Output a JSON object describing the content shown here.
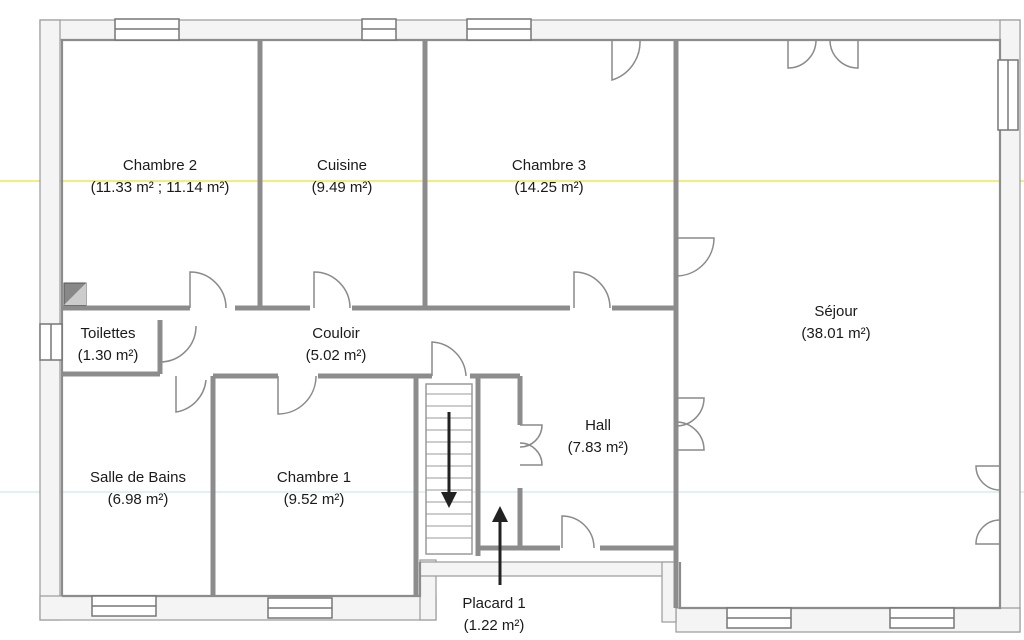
{
  "rooms": [
    {
      "id": "chambre2",
      "name": "Chambre 2",
      "area": "(11.33 m² ; 11.14 m²)"
    },
    {
      "id": "cuisine",
      "name": "Cuisine",
      "area": "(9.49 m²)"
    },
    {
      "id": "chambre3",
      "name": "Chambre 3",
      "area": "(14.25 m²)"
    },
    {
      "id": "sejour",
      "name": "Séjour",
      "area": "(38.01 m²)"
    },
    {
      "id": "toilettes",
      "name": "Toilettes",
      "area": "(1.30 m²)"
    },
    {
      "id": "couloir",
      "name": "Couloir",
      "area": "(5.02 m²)"
    },
    {
      "id": "hall",
      "name": "Hall",
      "area": "(7.83 m²)"
    },
    {
      "id": "salle_de_bains",
      "name": "Salle de Bains",
      "area": "(6.98 m²)"
    },
    {
      "id": "chambre1",
      "name": "Chambre 1",
      "area": "(9.52 m²)"
    },
    {
      "id": "placard1",
      "name": "Placard 1",
      "area": "(1.22 m²)"
    }
  ],
  "colors": {
    "wall_fill": "#f4f4f4",
    "wall_stroke": "#9a9a9a",
    "door": "#8a8a8a",
    "text": "#1a1a1a",
    "guide_yellow": "#e8e85a",
    "guide_cyan": "#bfe7ee",
    "arrow": "#222222"
  }
}
